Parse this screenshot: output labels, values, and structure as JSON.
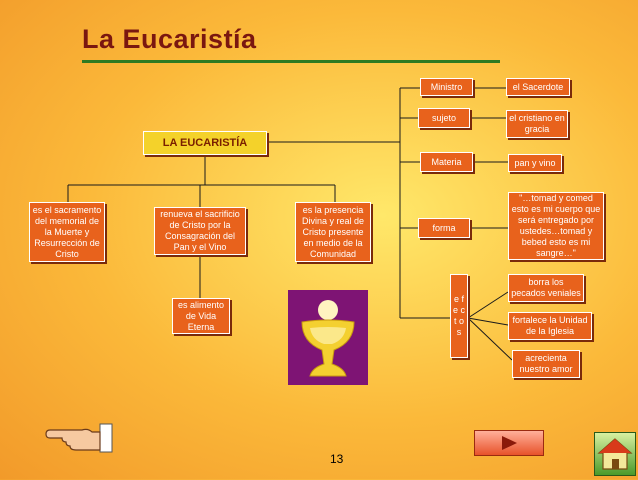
{
  "header": {
    "title": "La Eucaristía"
  },
  "main_node": {
    "label": "LA EUCARISTÍA"
  },
  "left_branches": [
    {
      "label": "es el sacramento del memorial de la Muerte y Resurrección de Cristo"
    },
    {
      "label": "renueva el sacrificio de Cristo por la Consagración del Pan y el Vino"
    },
    {
      "label": "es la presencia Divina y real de Cristo presente en medio de la Comunidad"
    }
  ],
  "sub_branch": {
    "label": "es alimento de Vida Eterna"
  },
  "right_branches": {
    "ministro": {
      "label": "Ministro",
      "value": "el Sacerdote"
    },
    "sujeto": {
      "label": "sujeto",
      "value": "el cristiano en gracia"
    },
    "materia": {
      "label": "Materia",
      "value": "pan y vino"
    },
    "forma": {
      "label": "forma",
      "value": "\"…tomad y comed esto es mi cuerpo que será entregado por ustedes…tomad y bebed esto es mi sangre…\""
    },
    "efectos": {
      "label": "e f e c t o s",
      "values": [
        "borra los pecados veniales",
        "fortalece la Unidad de la Iglesia",
        "acrecienta nuestro amor"
      ]
    }
  },
  "footer": {
    "page_number": "13"
  }
}
